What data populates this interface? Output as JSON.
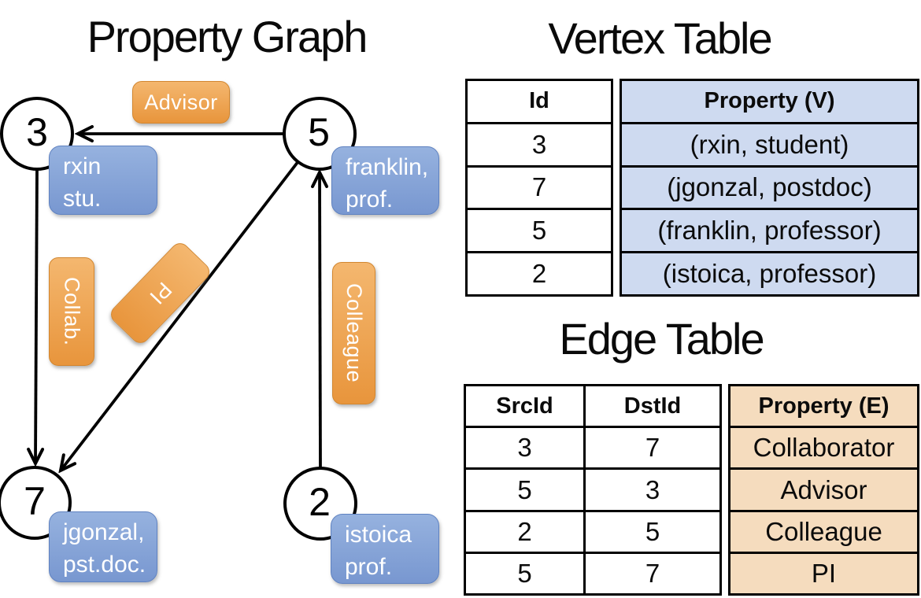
{
  "colors": {
    "orange_top": "#f4b76f",
    "orange_bottom": "#e8953c",
    "orange_border": "#d2862f",
    "blue_top": "#96b2df",
    "blue_bottom": "#7897d0",
    "blue_border": "#5f82c1",
    "vertex_cell_bg": "#cedaf0",
    "edge_cell_bg": "#f5dcbe"
  },
  "graph": {
    "title": "Property Graph",
    "nodes": [
      {
        "id": "3",
        "label_line1": "rxin",
        "label_line2": "stu."
      },
      {
        "id": "5",
        "label_line1": "franklin,",
        "label_line2": "prof."
      },
      {
        "id": "7",
        "label_line1": "jgonzal,",
        "label_line2": "pst.doc."
      },
      {
        "id": "2",
        "label_line1": "istoica",
        "label_line2": "prof."
      }
    ],
    "edge_labels": [
      {
        "text": "Advisor"
      },
      {
        "text": "Collab."
      },
      {
        "text": "PI"
      },
      {
        "text": "Colleague"
      }
    ]
  },
  "vertex_table": {
    "title": "Vertex Table",
    "headers": {
      "id": "Id",
      "property": "Property (V)"
    },
    "rows": [
      {
        "id": "3",
        "property": "(rxin, student)"
      },
      {
        "id": "7",
        "property": "(jgonzal, postdoc)"
      },
      {
        "id": "5",
        "property": "(franklin, professor)"
      },
      {
        "id": "2",
        "property": "(istoica, professor)"
      }
    ]
  },
  "edge_table": {
    "title": "Edge Table",
    "headers": {
      "src": "SrcId",
      "dst": "DstId",
      "property": "Property (E)"
    },
    "rows": [
      {
        "src": "3",
        "dst": "7",
        "property": "Collaborator"
      },
      {
        "src": "5",
        "dst": "3",
        "property": "Advisor"
      },
      {
        "src": "2",
        "dst": "5",
        "property": "Colleague"
      },
      {
        "src": "5",
        "dst": "7",
        "property": "PI"
      }
    ]
  }
}
